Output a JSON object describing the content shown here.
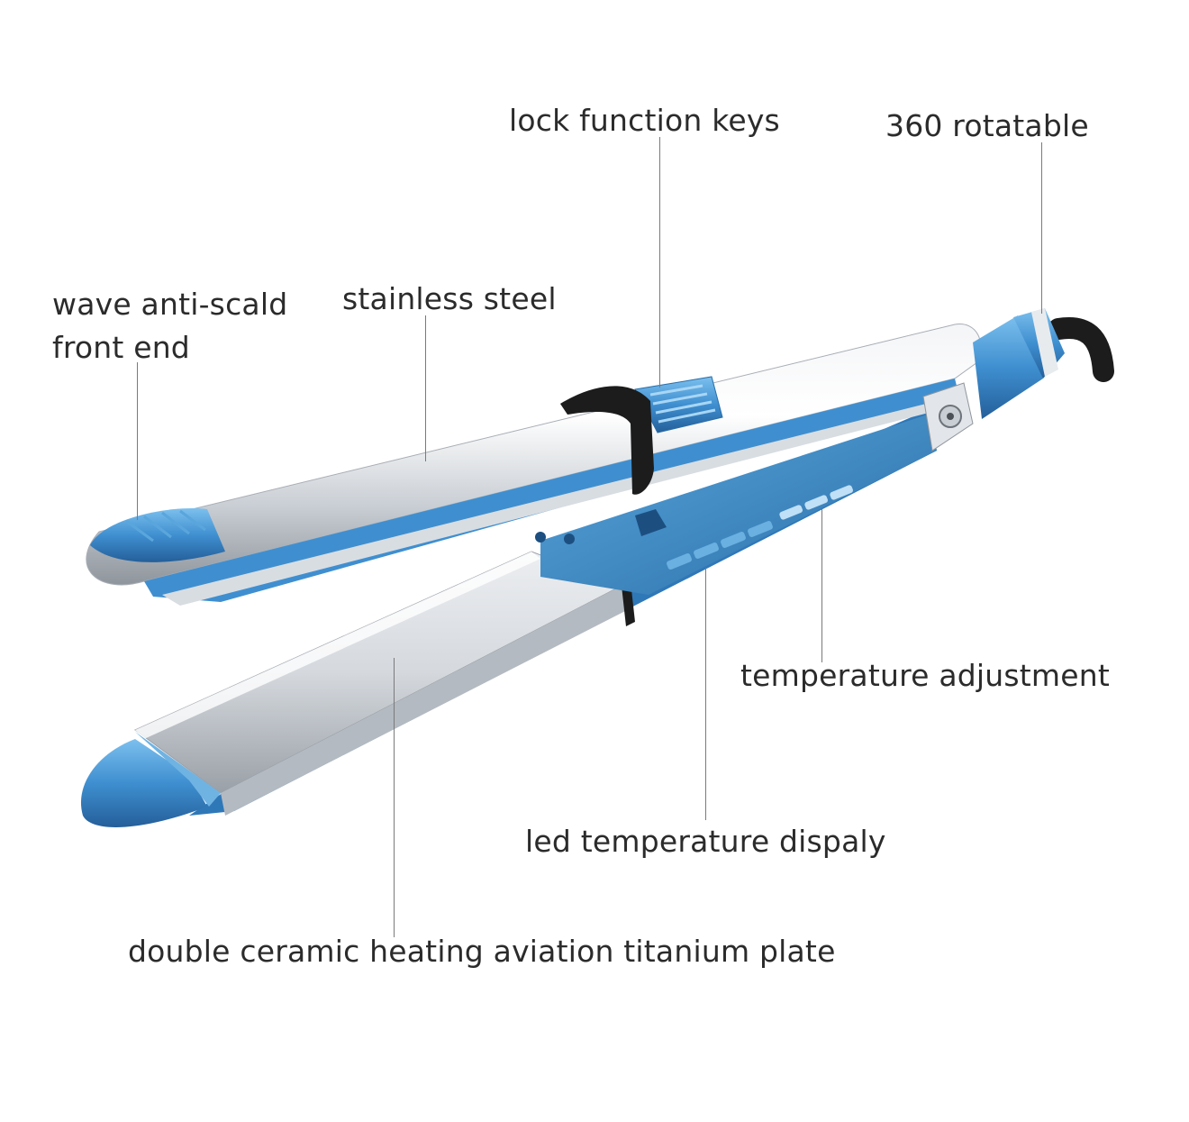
{
  "labels": {
    "lock_function_keys": "lock function keys",
    "rotatable": "360 rotatable",
    "wave_front_line1": "wave anti-scald",
    "wave_front_line2": "front end",
    "stainless_steel": "stainless steel",
    "temperature_adjustment": "temperature adjustment",
    "led_display": "led temperature dispaly",
    "titanium_plate": "double ceramic heating aviation titanium plate"
  },
  "colors": {
    "accent_blue": "#3f8fd0",
    "steel": "#d9dde2",
    "cord": "#1c1c1c",
    "text": "#2b2b2b",
    "leader": "#7a7a7a"
  }
}
